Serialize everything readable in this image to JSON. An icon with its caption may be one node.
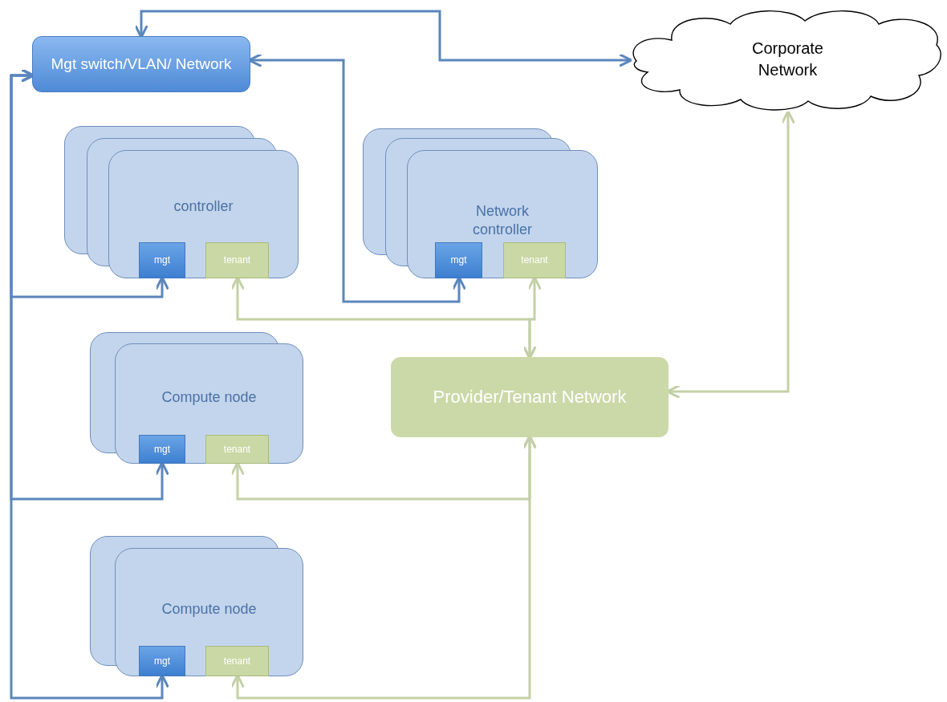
{
  "diagram": {
    "nodes": [
      {
        "text": [
          "Mgt switch/VLAN/ Network"
        ]
      },
      {
        "text": [
          "Corporate Network"
        ]
      },
      {
        "text": [
          "controller"
        ]
      },
      {
        "text": [
          "mgt"
        ],
        "in": 2
      },
      {
        "text": [
          "tenant"
        ],
        "in": 2
      },
      {
        "text": [
          "Network controller"
        ]
      },
      {
        "text": [
          "mgt"
        ],
        "in": 5
      },
      {
        "text": [
          "tenant"
        ],
        "in": 5
      },
      {
        "text": [
          "Provider/Tenant Network"
        ]
      },
      {
        "text": [
          "Compute node"
        ]
      },
      {
        "text": [
          "mgt"
        ],
        "in": 9
      },
      {
        "text": [
          "tenant"
        ],
        "in": 9
      },
      {
        "text": [
          "Compute node"
        ]
      },
      {
        "text": [
          "mgt"
        ],
        "in": 12
      },
      {
        "text": [
          "tenant"
        ],
        "in": 12
      }
    ],
    "edges": [
      {
        "from": 0,
        "to": 3,
        "arrow": "both",
        "color": "#5b86bd"
      },
      {
        "from": 0,
        "to": 10,
        "arrow": "both",
        "color": "#5b86bd"
      },
      {
        "from": 0,
        "to": 13,
        "arrow": "both",
        "color": "#5b86bd"
      },
      {
        "from": 0,
        "to": 6,
        "arrow": "both",
        "color": "#5b86bd"
      },
      {
        "from": 0,
        "to": 1,
        "arrow": "both",
        "color": "#5b86bd"
      },
      {
        "from": 4,
        "to": 8,
        "arrow": "both",
        "color": "#c3d0a6"
      },
      {
        "from": 7,
        "to": 8,
        "arrow": "both",
        "color": "#c3d0a6"
      },
      {
        "from": 8,
        "to": 1,
        "arrow": "both",
        "color": "#c3d0a6"
      },
      {
        "from": 11,
        "to": 8,
        "arrow": "both",
        "color": "#c3d0a6"
      },
      {
        "from": 14,
        "to": 8,
        "arrow": "both",
        "color": "#c3d0a6"
      }
    ]
  }
}
